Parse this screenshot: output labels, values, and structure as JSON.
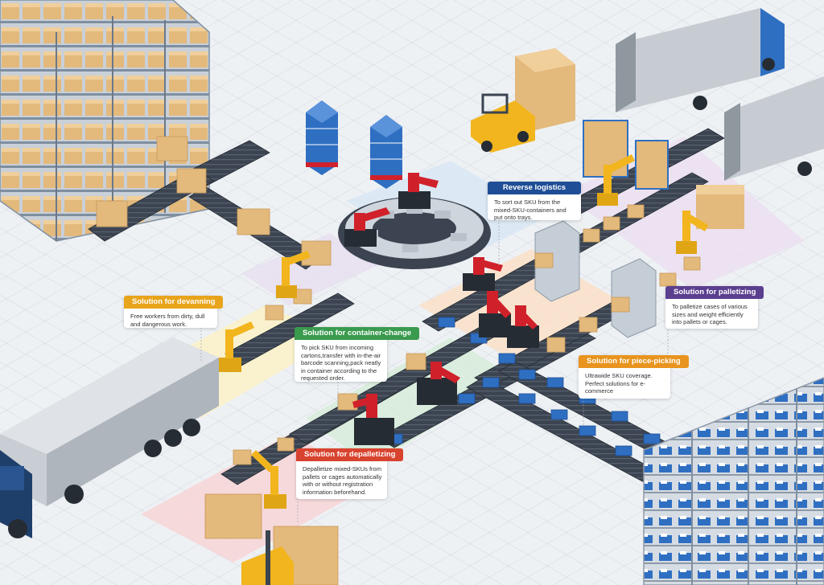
{
  "colors": {
    "reverse": "#1f4e96",
    "palletizing": "#5b3f8f",
    "devanning": "#e8a41a",
    "container_change": "#3a9a4e",
    "piece_picking": "#e8941e",
    "depalletizing": "#d8432f",
    "robot_red": "#d0212b",
    "robot_yellow": "#f2b51d",
    "conveyor": "#3b4450",
    "box": "#e3b97c",
    "tote": "#2f6fc2"
  },
  "callouts": {
    "reverse_logistics": {
      "title": "Reverse logistics",
      "desc": "To sort out SKU from the mixed-SKU-containers and put onto trays."
    },
    "palletizing": {
      "title": "Solution for palletizing",
      "desc": "To palletize cases of various sizes and weight efficiently into pallets or cages."
    },
    "devanning": {
      "title": "Solution for devanning",
      "desc": "Free workers from dirty, dull and dangerous work."
    },
    "container_change": {
      "title": "Solution for container-change",
      "desc": "To pick SKU from incoming cartons,transfer with in-the-air barcode scanning,pack neatly in container according to the requested order."
    },
    "piece_picking": {
      "title": "Solution for piece-picking",
      "desc": "Ultrawide SKU coverage. Perfect solutions for e-commerce"
    },
    "depalletizing": {
      "title": "Solution for depalletizing",
      "desc": "Depalletize mixed-SKUs from pallets or cages automatically with or without registration information beforehand."
    }
  }
}
